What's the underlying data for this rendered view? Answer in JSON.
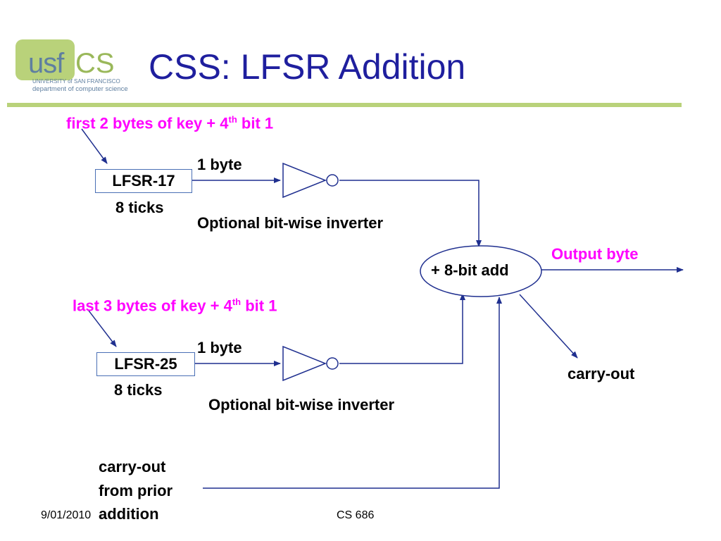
{
  "logo": {
    "usf": "usf",
    "cs": "CS",
    "line1": "UNIVERSITY of SAN FRANCISCO",
    "line2": "department of computer science"
  },
  "slide": {
    "title": "CSS: LFSR Addition"
  },
  "diagram": {
    "top_input": {
      "text": "first 2 bytes of key + 4",
      "sup": "th",
      "tail": " bit 1"
    },
    "lfsr17": {
      "label": "LFSR-17",
      "ticks": "8 ticks"
    },
    "byte_top": "1 byte",
    "inverter_top": "Optional bit-wise inverter",
    "adder": "+ 8-bit add",
    "output": "Output byte",
    "bottom_input": {
      "text": "last 3 bytes of key + 4",
      "sup": "th",
      "tail": " bit 1"
    },
    "lfsr25": {
      "label": "LFSR-25",
      "ticks": "8 ticks"
    },
    "byte_bottom": "1 byte",
    "inverter_bottom": "Optional bit-wise inverter",
    "carry_out": "carry-out",
    "carry_in": [
      "carry-out",
      "from prior",
      "addition"
    ]
  },
  "footer": {
    "date": "9/01/2010",
    "course": "CS 686"
  },
  "colors": {
    "title": "#1f1f9e",
    "accent_green": "#b9d27a",
    "line_blue": "#1f2f8f",
    "label_magenta": "#ff00ff"
  }
}
